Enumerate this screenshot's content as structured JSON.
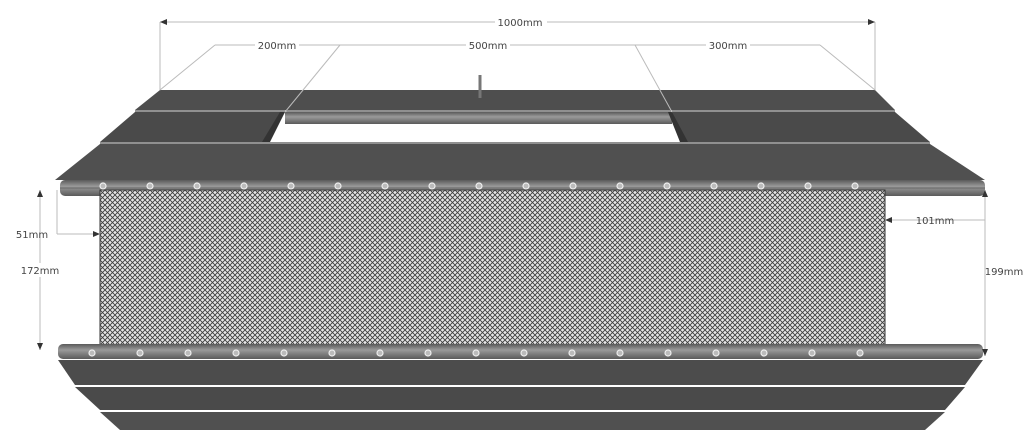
{
  "dimensions": {
    "total_width": "1000mm",
    "left_section": "200mm",
    "opening": "500mm",
    "right_section": "300mm",
    "left_offset": "51mm",
    "mesh_height": "172mm",
    "right_offset": "101mm",
    "overall_height": "199mm"
  },
  "colors": {
    "plank": "#4a4a4a",
    "rail": "#8a8a8a",
    "mesh": "#555555"
  }
}
